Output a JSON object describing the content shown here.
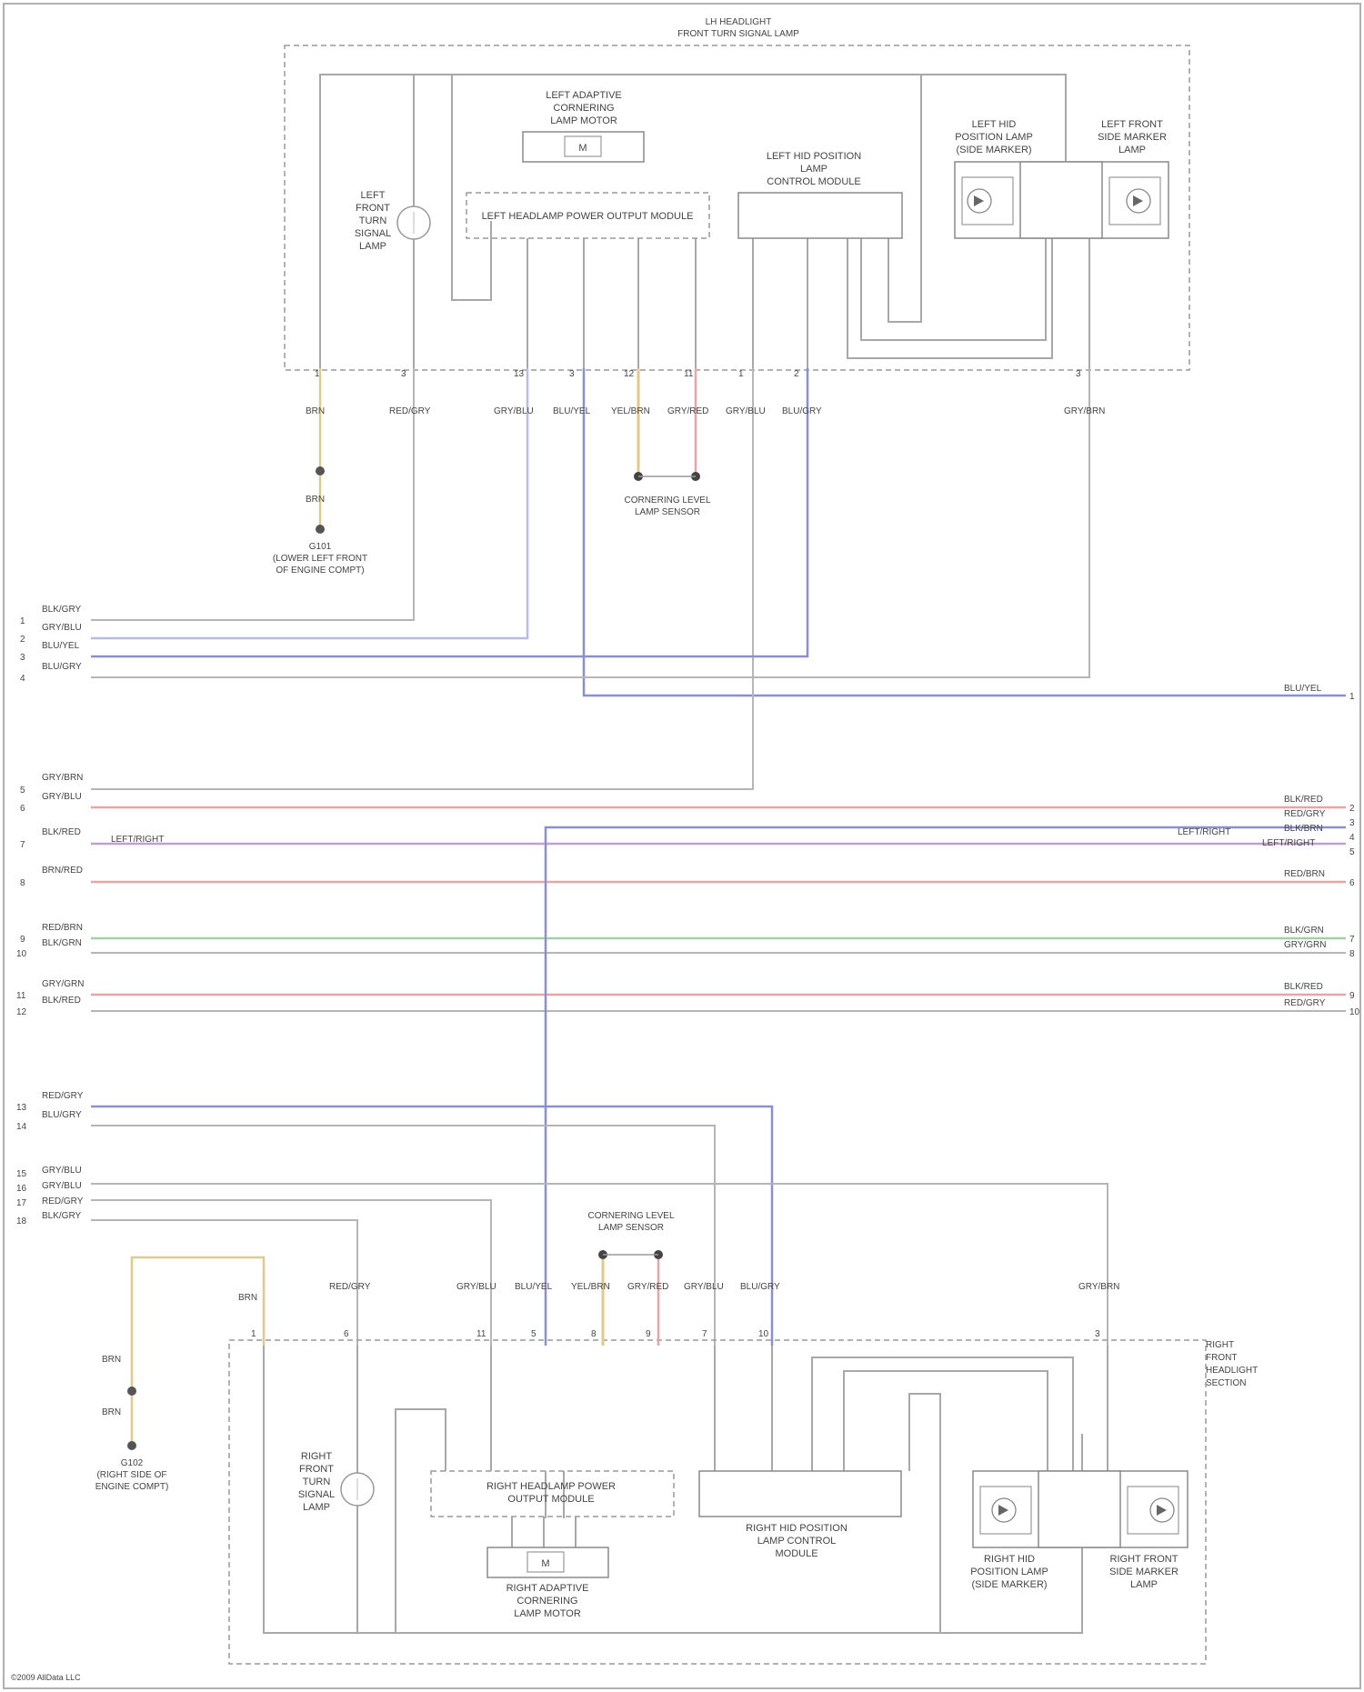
{
  "left_headlamp": {
    "title_line1": "LH HEADLIGHT",
    "title_line2": "FRONT TURN SIGNAL LAMP",
    "turn_lamp": [
      "LEFT",
      "FRONT",
      "TURN",
      "SIGNAL",
      "LAMP"
    ],
    "cornering_motor": [
      "LEFT ADAPTIVE",
      "CORNERING",
      "LAMP MOTOR"
    ],
    "motor_symbol": "M",
    "power_module": "LEFT HEADLAMP POWER OUTPUT MODULE",
    "control_module": [
      "LEFT HID POSITION",
      "LAMP",
      "CONTROL MODULE"
    ],
    "position_lamp": [
      "LEFT HID",
      "POSITION LAMP",
      "(SIDE MARKER)"
    ],
    "side_marker": [
      "LEFT FRONT",
      "SIDE MARKER",
      "LAMP"
    ],
    "ground": [
      "G101",
      "(LOWER LEFT FRONT",
      "OF ENGINE COMPT)"
    ],
    "sensor": [
      "CORNERING LEVEL",
      "LAMP SENSOR"
    ]
  },
  "right_headlamp": {
    "title": [
      "RIGHT",
      "FRONT",
      "HEADLIGHT",
      "SECTION"
    ],
    "turn_lamp": [
      "RIGHT",
      "FRONT",
      "TURN",
      "SIGNAL",
      "LAMP"
    ],
    "power_module": [
      "RIGHT HEADLAMP POWER",
      "OUTPUT MODULE"
    ],
    "motor_symbol": "M",
    "cornering_motor": [
      "RIGHT ADAPTIVE",
      "CORNERING",
      "LAMP MOTOR"
    ],
    "control_module": [
      "RIGHT HID POSITION",
      "LAMP CONTROL",
      "MODULE"
    ],
    "position_lamp": [
      "RIGHT HID",
      "POSITION LAMP",
      "(SIDE MARKER)"
    ],
    "side_marker": [
      "RIGHT FRONT",
      "SIDE MARKER",
      "LAMP"
    ],
    "ground": [
      "G102",
      "(RIGHT SIDE OF",
      "ENGINE COMPT)"
    ],
    "sensor": [
      "CORNERING LEVEL",
      "LAMP SENSOR"
    ]
  },
  "wire_labels": {
    "top": [
      "BRN",
      "RED/GRY",
      "GRY/BLU",
      "BLU/YEL",
      "YEL/BRN",
      "GRY/RED",
      "GRY/BLU",
      "BLU/GRY",
      "GRY/BRN"
    ],
    "top_ground": "BRN",
    "bottom": [
      "BRN",
      "RED/GRY",
      "GRY/BLU",
      "BLU/YEL",
      "YEL/BRN",
      "GRY/RED",
      "GRY/BLU",
      "BLU/GRY",
      "GRY/BRN"
    ],
    "bottom_ground": [
      "BRN",
      "BRN"
    ]
  },
  "left_connector": [
    {
      "pin": "1",
      "label": "BLK/GRY"
    },
    {
      "pin": "2",
      "label": "GRY/BLU"
    },
    {
      "pin": "3",
      "label": "BLU/YEL"
    },
    {
      "pin": "4",
      "label": "BLU/GRY"
    },
    {
      "pin": "5",
      "label": "GRY/BRN"
    },
    {
      "pin": "6",
      "label": "GRY/BLU"
    },
    {
      "pin": "7",
      "label": "BLK/RED"
    },
    {
      "pin": "8",
      "label": "BRN/RED"
    },
    {
      "pin": "9",
      "label": "RED/BRN"
    },
    {
      "pin": "10",
      "label": "BLK/GRN"
    },
    {
      "pin": "11",
      "label": "GRY/GRN"
    },
    {
      "pin": "12",
      "label": "BLK/RED"
    },
    {
      "pin": "13",
      "label": "RED/GRY"
    },
    {
      "pin": "14",
      "label": "BLU/GRY"
    },
    {
      "pin": "15",
      "label": "GRY/BLU"
    },
    {
      "pin": "16",
      "label": "GRY/BLU"
    },
    {
      "pin": "17",
      "label": "RED/GRY"
    },
    {
      "pin": "18",
      "label": "BLK/GRY"
    }
  ],
  "right_connector": [
    {
      "pin": "1",
      "label": "BLU/YEL"
    },
    {
      "pin": "2",
      "label": "BLK/RED"
    },
    {
      "pin": "3",
      "label": "RED/GRY"
    },
    {
      "pin": "4",
      "label": "BLK/BRN"
    },
    {
      "pin": "5",
      "label": "LEFT/RIGHT"
    },
    {
      "pin": "6",
      "label": "RED/BRN"
    },
    {
      "pin": "7",
      "label": "BLK/GRN"
    },
    {
      "pin": "8",
      "label": "GRY/GRN"
    },
    {
      "pin": "9",
      "label": "BLK/RED"
    },
    {
      "pin": "10",
      "label": "RED/GRY"
    }
  ],
  "mid_label": "LEFT/RIGHT",
  "footer": "©2009 AllData LLC"
}
